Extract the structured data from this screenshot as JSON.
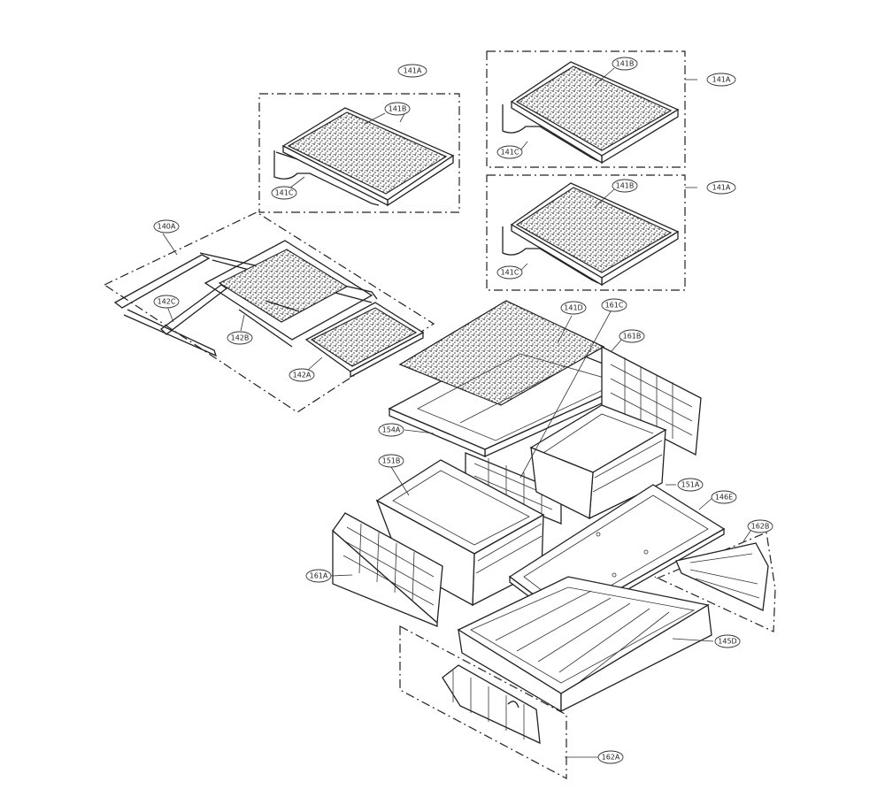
{
  "diagram": {
    "labels": {
      "p141a_top": "141A",
      "p141b_1": "141B",
      "p141c_1": "141C",
      "p141a_r1": "141A",
      "p141b_2": "141B",
      "p141c_2": "141C",
      "p141a_r2": "141A",
      "p141b_3": "141B",
      "p141c_3": "141C",
      "p140a": "140A",
      "p142c": "142C",
      "p142b": "142B",
      "p142a": "142A",
      "p141d": "141D",
      "p161c": "161C",
      "p161b": "161B",
      "p154a": "154A",
      "p151b": "151B",
      "p151a": "151A",
      "p146e": "146E",
      "p162b": "162B",
      "p161a": "161A",
      "p145d": "145D",
      "p162a": "162A"
    }
  }
}
